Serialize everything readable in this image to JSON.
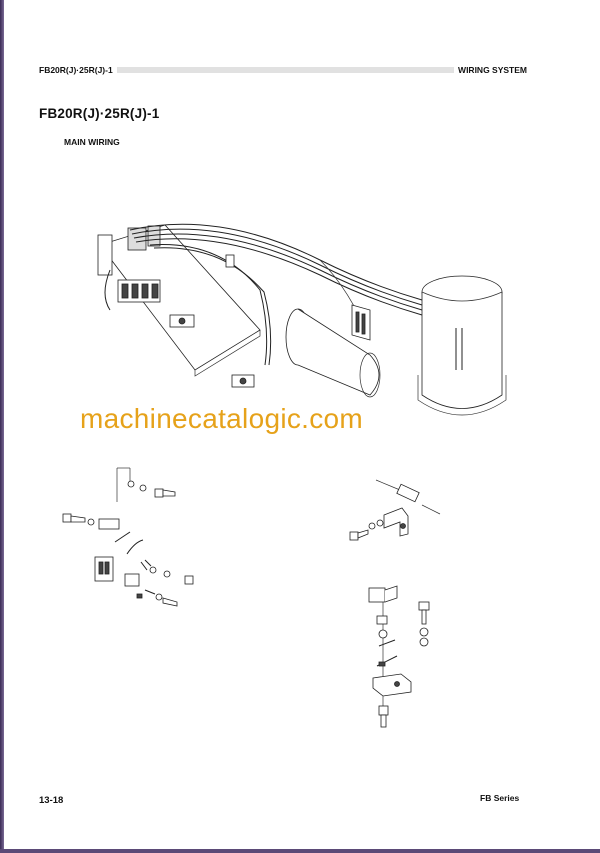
{
  "header": {
    "model": "FB20R(J)·25R(J)-1",
    "section": "WIRING SYSTEM"
  },
  "page_title": "FB20R(J)·25R(J)-1",
  "section_title": "MAIN WIRING",
  "watermark": "machinecatalogic.com",
  "footer": {
    "page_number": "13-18",
    "series": "FB Series"
  },
  "diagrams": [
    {
      "name": "main-wiring-harness-diagram"
    },
    {
      "name": "contactor-terminal-exploded-view"
    },
    {
      "name": "bracket-clamp-exploded-view"
    },
    {
      "name": "connector-bolt-exploded-view"
    }
  ]
}
